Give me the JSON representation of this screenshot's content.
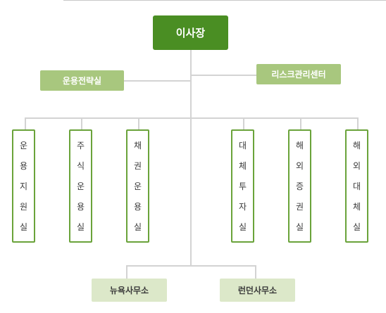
{
  "ceo": {
    "label": "이사장"
  },
  "staff": {
    "left": {
      "label": "운용전략실"
    },
    "right": {
      "label": "리스크관리센터"
    }
  },
  "departments": [
    {
      "label": "운용지원실"
    },
    {
      "label": "주식운용실"
    },
    {
      "label": "채권운용실"
    },
    {
      "label": "대체투자실"
    },
    {
      "label": "해외증권실"
    },
    {
      "label": "해외대체실"
    }
  ],
  "offices": [
    {
      "label": "뉴욕사무소"
    },
    {
      "label": "런던사무소"
    }
  ],
  "colors": {
    "ceo": "#4a8e23",
    "staff": "#a8c77e",
    "dept_border": "#6aa33a",
    "office": "#dce8c9",
    "connector": "#d3d3d3"
  }
}
